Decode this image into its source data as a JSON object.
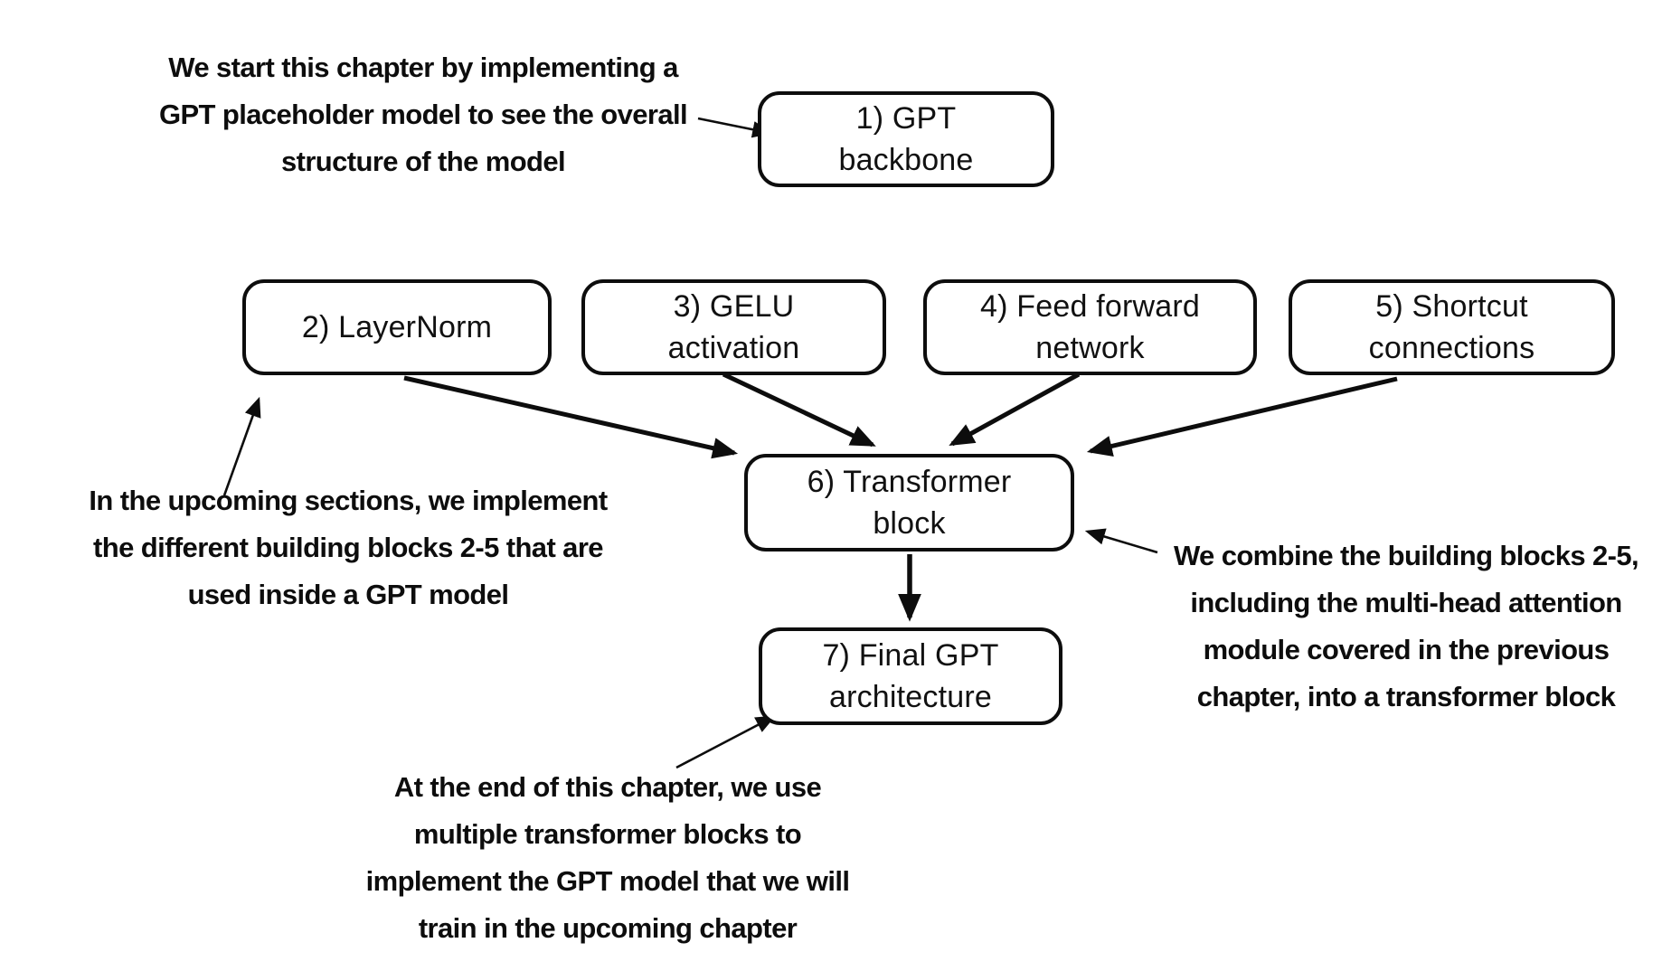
{
  "canvas": {
    "background": "#ffffff",
    "ink": "#0d0d0d"
  },
  "nodes": {
    "gpt_backbone": {
      "label": "1) GPT\nbackbone"
    },
    "layernorm": {
      "label": "2) LayerNorm"
    },
    "gelu_activation": {
      "label": "3) GELU\nactivation"
    },
    "feed_forward_network": {
      "label": "4) Feed forward\nnetwork"
    },
    "shortcut_connections": {
      "label": "5) Shortcut\nconnections"
    },
    "transformer_block": {
      "label": "6) Transformer\nblock"
    },
    "final_gpt_architecture": {
      "label": "7) Final GPT\narchitecture"
    }
  },
  "annotations": {
    "top_left": {
      "text": "We start this chapter by implementing a\nGPT placeholder model to see the overall\nstructure of the model"
    },
    "left_middle": {
      "text": "In the upcoming sections, we implement\nthe different building blocks 2-5 that are\nused inside a GPT model"
    },
    "right": {
      "text": "We combine the building blocks 2-5,\nincluding the multi-head attention\nmodule covered in the previous\nchapter, into a transformer block"
    },
    "bottom": {
      "text": "At the end of this chapter, we use\nmultiple transformer blocks to\nimplement the GPT model that we will\ntrain in the upcoming chapter"
    }
  },
  "connections": [
    {
      "from": "top_left_note",
      "to": "gpt_backbone"
    },
    {
      "from": "layernorm",
      "to": "transformer_block"
    },
    {
      "from": "gelu_activation",
      "to": "transformer_block"
    },
    {
      "from": "feed_forward_network",
      "to": "transformer_block"
    },
    {
      "from": "shortcut_connections",
      "to": "transformer_block"
    },
    {
      "from": "transformer_block",
      "to": "final_gpt_architecture"
    },
    {
      "from": "left_middle_note",
      "to": "layernorm"
    },
    {
      "from": "right_note",
      "to": "transformer_block"
    },
    {
      "from": "bottom_note",
      "to": "final_gpt_architecture"
    }
  ]
}
